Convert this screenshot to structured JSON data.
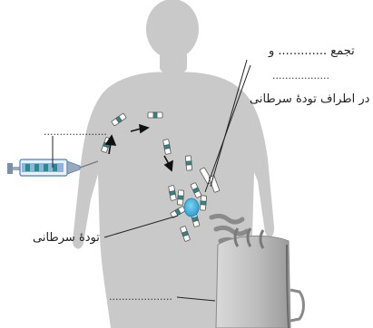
{
  "labels": {
    "accumulation_line1": "تجمع ............. و",
    "accumulation_line2": "..................",
    "accumulation_line3": "در اطراف تودهٔ سرطانی",
    "tumor": "تودهٔ سرطانی",
    "syringe_blank": "....................",
    "device_blank": "...................."
  },
  "colors": {
    "body_silhouette": "#c9c9c9",
    "particle_teal": "#2a8a8a",
    "tumor_blue": "#3ab0d8",
    "device_metal": "#b8b8b8",
    "arrow": "#111111",
    "syringe_blue": "#4a7fc0"
  }
}
